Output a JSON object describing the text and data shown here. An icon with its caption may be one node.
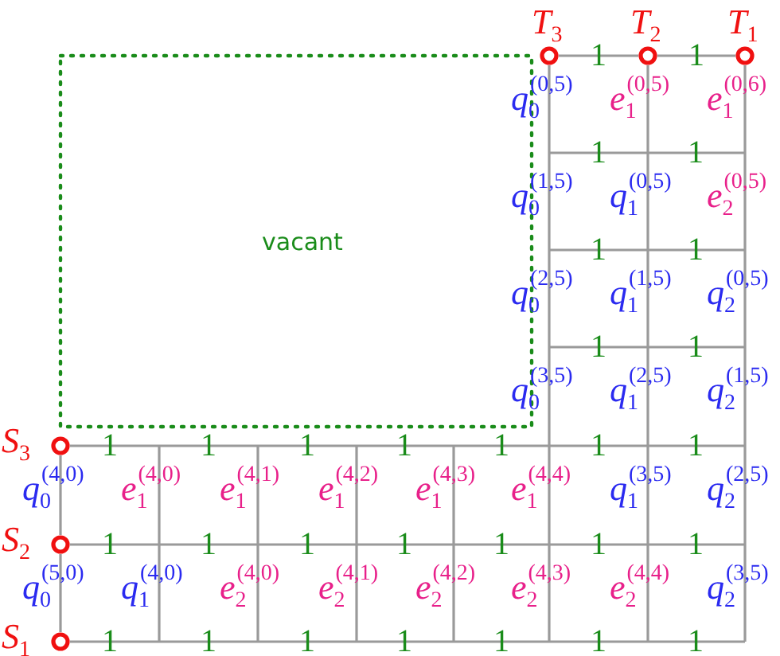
{
  "diagram": {
    "nodes": [
      {
        "text": [
          "T$_{3}$"
        ]
      },
      {
        "text": [
          "T$_{2}$"
        ]
      },
      {
        "text": [
          "T$_{1}$"
        ]
      },
      {
        "text": [
          "S$_{3}$"
        ]
      },
      {
        "text": [
          "S$_{2}$"
        ]
      },
      {
        "text": [
          "S$_{1}$"
        ]
      }
    ],
    "edges": [
      {
        "from": 0,
        "to": 1,
        "arrow": "none",
        "label": "1"
      },
      {
        "from": 1,
        "to": 2,
        "arrow": "none",
        "label": "1"
      },
      {
        "from": 3,
        "to": 4,
        "arrow": "none",
        "label": "q$_{0}$$^{(4,0)}$"
      },
      {
        "from": 4,
        "to": 5,
        "arrow": "none",
        "label": "q$_{0}$$^{(5,0)}$"
      }
    ],
    "labels": [
      "q$_{0}$$^{(0,5)}$",
      "e$_{1}$$^{(0,5)}$",
      "e$_{1}$$^{(0,6)}$",
      "1",
      "1",
      "q$_{0}$$^{(1,5)}$",
      "q$_{1}$$^{(0,5)}$",
      "e$_{2}$$^{(0,5)}$",
      "1",
      "1",
      "q$_{0}$$^{(2,5)}$",
      "q$_{1}$$^{(1,5)}$",
      "q$_{2}$$^{(0,5)}$",
      "1",
      "1",
      "q$_{0}$$^{(3,5)}$",
      "q$_{1}$$^{(2,5)}$",
      "q$_{2}$$^{(1,5)}$",
      "vacant",
      "1",
      "1",
      "1",
      "1",
      "1",
      "1",
      "1",
      "e$_{1}$$^{(4,0)}$",
      "e$_{1}$$^{(4,1)}$",
      "e$_{1}$$^{(4,2)}$",
      "e$_{1}$$^{(4,3)}$",
      "e$_{1}$$^{(4,4)}$",
      "q$_{1}$$^{(3,5)}$",
      "q$_{2}$$^{(2,5)}$",
      "1",
      "1",
      "1",
      "1",
      "1",
      "1",
      "1",
      "q$_{1}$$^{(4,0)}$",
      "e$_{2}$$^{(4,0)}$",
      "e$_{2}$$^{(4,1)}$",
      "e$_{2}$$^{(4,2)}$",
      "e$_{2}$$^{(4,3)}$",
      "e$_{2}$$^{(4,4)}$",
      "q$_{2}$$^{(3,5)}$",
      "1",
      "1",
      "1",
      "1",
      "1",
      "1",
      "1"
    ]
  }
}
